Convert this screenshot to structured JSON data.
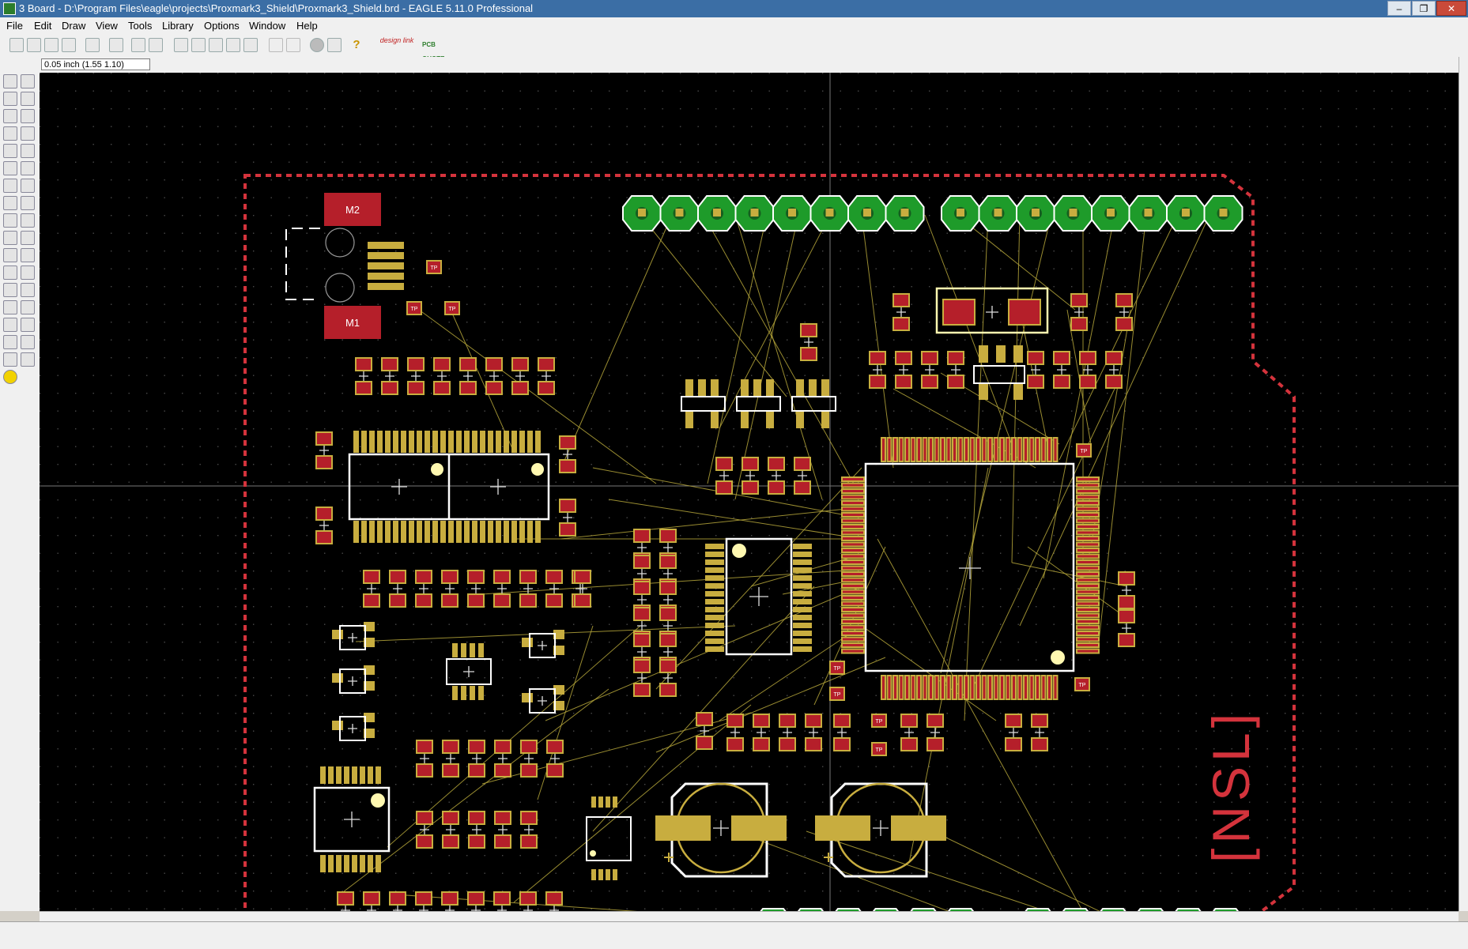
{
  "window": {
    "title": "3 Board - D:\\Program Files\\eagle\\projects\\Proxmark3_Shield\\Proxmark3_Shield.brd - EAGLE 5.11.0 Professional",
    "min_glyph": "–",
    "max_glyph": "❐",
    "close_glyph": "✕"
  },
  "menu": [
    "File",
    "Edit",
    "Draw",
    "View",
    "Tools",
    "Library",
    "Options",
    "Window",
    "Help"
  ],
  "toolbar_icons": [
    "open-icon",
    "save-icon",
    "print-icon",
    "cam-icon",
    "schematic-icon",
    "library-icon",
    "script-icon",
    "run-icon",
    "zoom-fit-icon",
    "zoom-in-icon",
    "zoom-out-icon",
    "redraw-icon",
    "zoom-select-icon",
    "undo-icon",
    "redo-icon",
    "stop-icon",
    "go-icon",
    "help-icon",
    "design-link-icon",
    "pcb-quote-icon"
  ],
  "toolbar_text": {
    "design_link": "design link",
    "pcb_quote": "PCB QUOTE",
    "help_glyph": "?"
  },
  "coordinate_readout": "0.05 inch (1.55 1.10)",
  "left_tools": [
    "info",
    "show",
    "display",
    "mark",
    "move",
    "copy",
    "mirror",
    "rotate",
    "group",
    "change",
    "paste",
    "delete",
    "add",
    "pinswap",
    "replace",
    "split",
    "lock",
    "optimize",
    "route",
    "ripup",
    "wire",
    "text",
    "circle",
    "arc",
    "rect",
    "polygon",
    "via",
    "signal",
    "hole",
    "attribute",
    "dimension",
    "ratsnest",
    "auto",
    "drc",
    "errors"
  ],
  "board": {
    "logo_text": "[NSL]",
    "colors": {
      "background": "#000000",
      "outline": "#d4333c",
      "smd_pad": "#c8ad3f",
      "smd_pad_red": "#b51f2a",
      "thru_pad": "#1e9b2a",
      "silkscreen": "#ffffff",
      "airwire": "#b4a53a",
      "grid_dot": "#4a4a4a"
    },
    "labels": {
      "m1": "M1",
      "m2": "M2",
      "tp": "TP"
    }
  }
}
